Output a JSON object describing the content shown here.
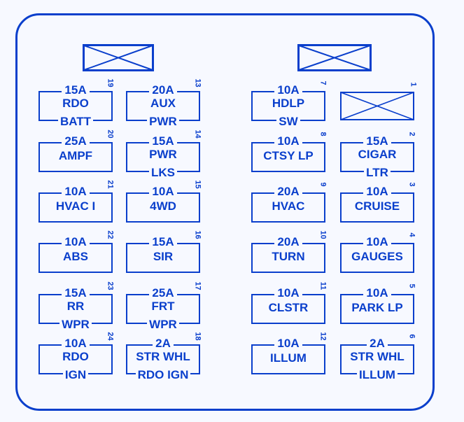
{
  "diagram": {
    "title": "",
    "colors": {
      "line": "#0a3fcc",
      "background": "#f7f9ff"
    },
    "relays": [
      {
        "id": "relay-top-left",
        "label": ""
      },
      {
        "id": "relay-top-right",
        "label": ""
      }
    ],
    "left_fuses": [
      {
        "slot": "19",
        "amp": "15A",
        "line1": "RDO",
        "line2": "BATT"
      },
      {
        "slot": "13",
        "amp": "20A",
        "line1": "AUX",
        "line2": "PWR"
      },
      {
        "slot": "20",
        "amp": "25A",
        "line1": "AMPF",
        "line2": ""
      },
      {
        "slot": "14",
        "amp": "15A",
        "line1": "PWR",
        "line2": "LKS"
      },
      {
        "slot": "21",
        "amp": "10A",
        "line1": "HVAC I",
        "line2": ""
      },
      {
        "slot": "15",
        "amp": "10A",
        "line1": "4WD",
        "line2": ""
      },
      {
        "slot": "22",
        "amp": "10A",
        "line1": "ABS",
        "line2": ""
      },
      {
        "slot": "16",
        "amp": "15A",
        "line1": "SIR",
        "line2": ""
      },
      {
        "slot": "23",
        "amp": "15A",
        "line1": "RR",
        "line2": "WPR"
      },
      {
        "slot": "17",
        "amp": "25A",
        "line1": "FRT",
        "line2": "WPR"
      },
      {
        "slot": "24",
        "amp": "10A",
        "line1": "RDO",
        "line2": "IGN"
      },
      {
        "slot": "18",
        "amp": "2A",
        "line1": "STR WHL",
        "line2": "RDO IGN"
      }
    ],
    "right_fuses": [
      {
        "slot": "7",
        "amp": "10A",
        "line1": "HDLP",
        "line2": "SW"
      },
      {
        "slot": "1",
        "amp": "",
        "line1": "",
        "line2": "",
        "empty": true
      },
      {
        "slot": "8",
        "amp": "10A",
        "line1": "CTSY LP",
        "line2": ""
      },
      {
        "slot": "2",
        "amp": "15A",
        "line1": "CIGAR",
        "line2": "LTR"
      },
      {
        "slot": "9",
        "amp": "20A",
        "line1": "HVAC",
        "line2": ""
      },
      {
        "slot": "3",
        "amp": "10A",
        "line1": "CRUISE",
        "line2": ""
      },
      {
        "slot": "10",
        "amp": "20A",
        "line1": "TURN",
        "line2": ""
      },
      {
        "slot": "4",
        "amp": "10A",
        "line1": "GAUGES",
        "line2": ""
      },
      {
        "slot": "11",
        "amp": "10A",
        "line1": "CLSTR",
        "line2": ""
      },
      {
        "slot": "5",
        "amp": "10A",
        "line1": "PARK LP",
        "line2": ""
      },
      {
        "slot": "12",
        "amp": "10A",
        "line1": "ILLUM",
        "line2": ""
      },
      {
        "slot": "6",
        "amp": "2A",
        "line1": "STR WHL",
        "line2": "ILLUM"
      }
    ]
  }
}
